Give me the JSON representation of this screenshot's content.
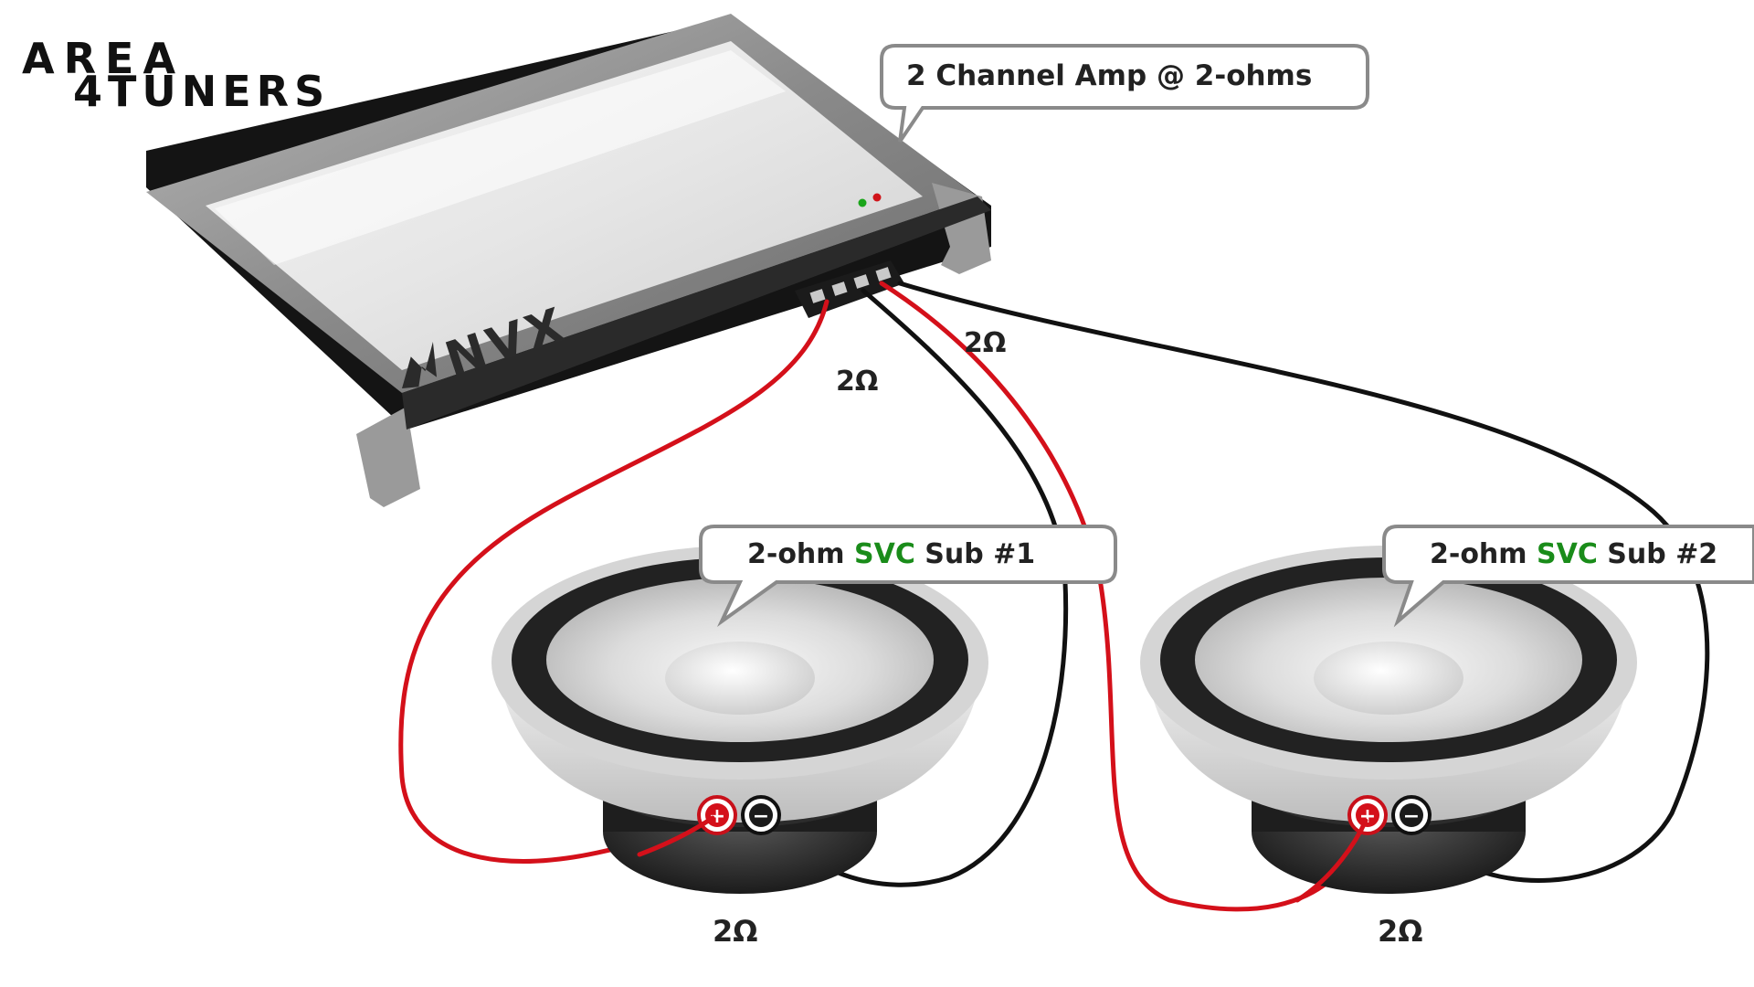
{
  "logo": {
    "line1": "AREA",
    "line2": "4TUNERS",
    "aria": "AREA 4TUNERS"
  },
  "amp": {
    "brand": "NVX",
    "callout": "2 Channel Amp @ 2-ohms"
  },
  "ohm_labels": {
    "amp_left": "2Ω",
    "amp_right": "2Ω",
    "sub1_bottom": "2Ω",
    "sub2_bottom": "2Ω"
  },
  "subs": [
    {
      "pre": "2-ohm ",
      "svc": "SVC",
      "post": " Sub #1"
    },
    {
      "pre": "2-ohm ",
      "svc": "SVC",
      "post": " Sub #2"
    }
  ],
  "terminals": {
    "plus": "+",
    "minus": "−"
  },
  "colors": {
    "positive_wire": "#d4101a",
    "negative_wire": "#111111",
    "svc_text": "#1a8c1a",
    "callout_border": "#8a8a8a"
  }
}
